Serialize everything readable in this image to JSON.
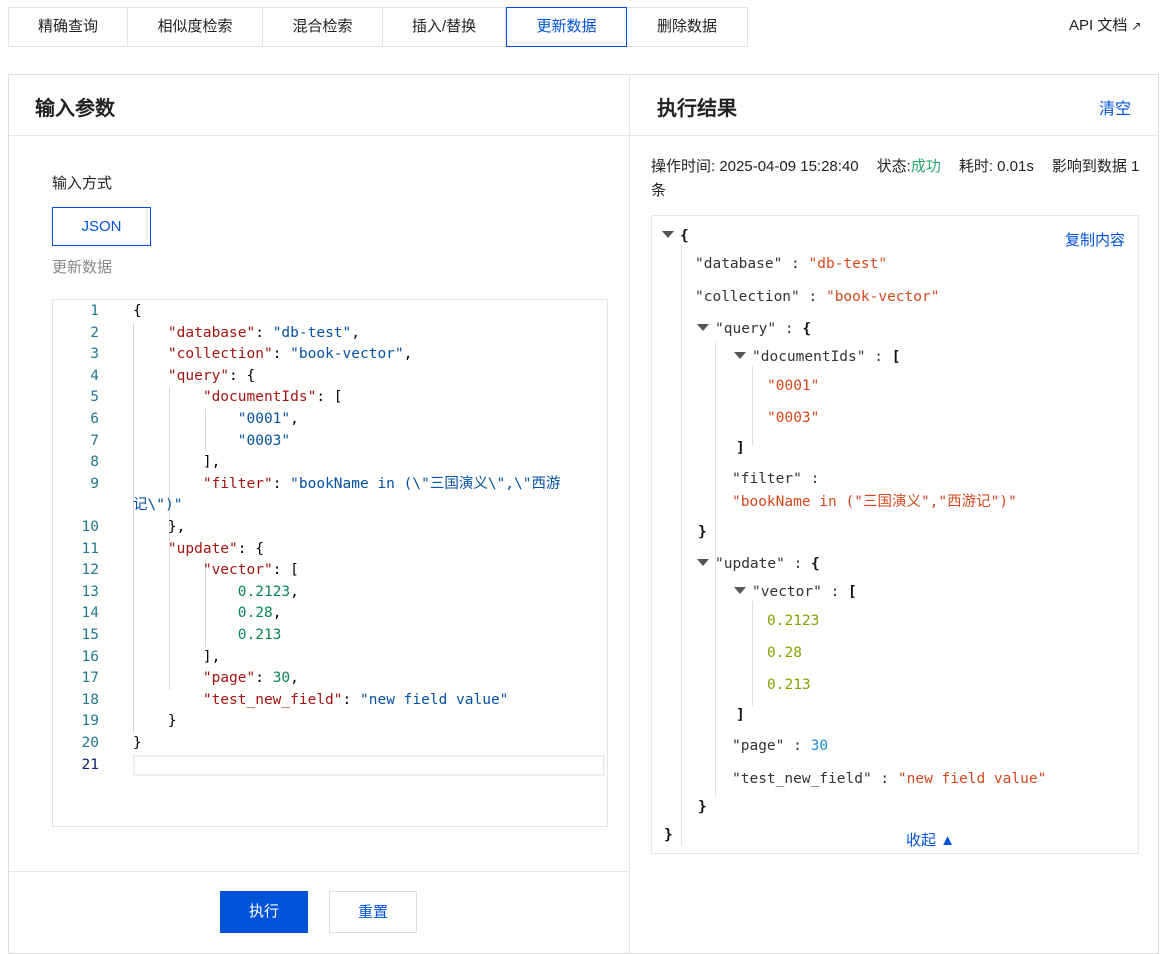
{
  "tabs": [
    "精确查询",
    "相似度检索",
    "混合检索",
    "插入/替换",
    "更新数据",
    "删除数据"
  ],
  "active_tab": 4,
  "api_doc": "API 文档",
  "left": {
    "title": "输入参数",
    "input_mode_label": "输入方式",
    "mode_button": "JSON",
    "mode_desc": "更新数据",
    "lines": [
      [
        [
          "p",
          "{"
        ]
      ],
      [
        [
          "p",
          "    "
        ],
        [
          "k",
          "\"database\""
        ],
        [
          "p",
          ": "
        ],
        [
          "s",
          "\"db-test\""
        ],
        [
          "p",
          ","
        ]
      ],
      [
        [
          "p",
          "    "
        ],
        [
          "k",
          "\"collection\""
        ],
        [
          "p",
          ": "
        ],
        [
          "s",
          "\"book-vector\""
        ],
        [
          "p",
          ","
        ]
      ],
      [
        [
          "p",
          "    "
        ],
        [
          "k",
          "\"query\""
        ],
        [
          "p",
          ": {"
        ]
      ],
      [
        [
          "p",
          "        "
        ],
        [
          "k",
          "\"documentIds\""
        ],
        [
          "p",
          ": ["
        ]
      ],
      [
        [
          "p",
          "            "
        ],
        [
          "s",
          "\"0001\""
        ],
        [
          "p",
          ","
        ]
      ],
      [
        [
          "p",
          "            "
        ],
        [
          "s",
          "\"0003\""
        ]
      ],
      [
        [
          "p",
          "        ],"
        ]
      ],
      [
        [
          "p",
          "        "
        ],
        [
          "k",
          "\"filter\""
        ],
        [
          "p",
          ": "
        ],
        [
          "s",
          "\"bookName in (\\\"三国演义\\\",\\\"西游"
        ]
      ],
      [
        [
          "s",
          "记\\\")\""
        ]
      ],
      [
        [
          "p",
          "    },"
        ]
      ],
      [
        [
          "p",
          "    "
        ],
        [
          "k",
          "\"update\""
        ],
        [
          "p",
          ": {"
        ]
      ],
      [
        [
          "p",
          "        "
        ],
        [
          "k",
          "\"vector\""
        ],
        [
          "p",
          ": ["
        ]
      ],
      [
        [
          "p",
          "            "
        ],
        [
          "n",
          "0.2123"
        ],
        [
          "p",
          ","
        ]
      ],
      [
        [
          "p",
          "            "
        ],
        [
          "n",
          "0.28"
        ],
        [
          "p",
          ","
        ]
      ],
      [
        [
          "p",
          "            "
        ],
        [
          "n",
          "0.213"
        ]
      ],
      [
        [
          "p",
          "        ],"
        ]
      ],
      [
        [
          "p",
          "        "
        ],
        [
          "k",
          "\"page\""
        ],
        [
          "p",
          ": "
        ],
        [
          "n",
          "30"
        ],
        [
          "p",
          ","
        ]
      ],
      [
        [
          "p",
          "        "
        ],
        [
          "k",
          "\"test_new_field\""
        ],
        [
          "p",
          ": "
        ],
        [
          "s",
          "\"new field value\""
        ]
      ],
      [
        [
          "p",
          "    }"
        ]
      ],
      [
        [
          "p",
          "}"
        ]
      ],
      []
    ],
    "line_numbers": [
      "1",
      "2",
      "3",
      "4",
      "5",
      "6",
      "7",
      "8",
      "9",
      "",
      "10",
      "11",
      "12",
      "13",
      "14",
      "15",
      "16",
      "17",
      "18",
      "19",
      "20",
      "21"
    ],
    "run_button": "执行",
    "reset_button": "重置"
  },
  "right": {
    "title": "执行结果",
    "clear": "清空",
    "op_time_label": "操作时间:",
    "op_time": "2025-04-09 15:28:40",
    "status_label": "状态:",
    "status": "成功",
    "cost_label": "耗时:",
    "cost": "0.01s",
    "affected": "影响到数据 1 条",
    "copy": "复制内容",
    "collapse": "收起 ▲",
    "rows": [
      {
        "tri": true,
        "parts": [
          [
            "tp",
            "{"
          ]
        ]
      },
      {
        "parts": [
          [
            "tk",
            "\"database\""
          ],
          [
            "tk",
            " : "
          ],
          [
            "ts",
            "\"db-test\""
          ]
        ]
      },
      {
        "parts": [
          [
            "tk",
            "\"collection\""
          ],
          [
            "tk",
            " : "
          ],
          [
            "ts",
            "\"book-vector\""
          ]
        ]
      },
      {
        "tri": true,
        "parts": [
          [
            "tk",
            "\"query\""
          ],
          [
            "tk",
            " : "
          ],
          [
            "tp",
            "{"
          ]
        ]
      },
      {
        "tri": true,
        "parts": [
          [
            "tk",
            "\"documentIds\""
          ],
          [
            "tk",
            " : "
          ],
          [
            "tp",
            "["
          ]
        ]
      },
      {
        "parts": [
          [
            "ts",
            "\"0001\""
          ]
        ]
      },
      {
        "parts": [
          [
            "ts",
            "\"0003\""
          ]
        ]
      },
      {
        "parts": [
          [
            "tp",
            "]"
          ]
        ]
      },
      {
        "parts": [
          [
            "tk",
            "\"filter\""
          ],
          [
            "tk",
            " :"
          ]
        ]
      },
      {
        "parts": [
          [
            "ts",
            "\"bookName in (\"三国演义\",\"西游记\")\""
          ]
        ]
      },
      {
        "parts": [
          [
            "tp",
            "}"
          ]
        ]
      },
      {
        "tri": true,
        "parts": [
          [
            "tk",
            "\"update\""
          ],
          [
            "tk",
            " : "
          ],
          [
            "tp",
            "{"
          ]
        ]
      },
      {
        "tri": true,
        "parts": [
          [
            "tk",
            "\"vector\""
          ],
          [
            "tk",
            " : "
          ],
          [
            "tp",
            "["
          ]
        ]
      },
      {
        "parts": [
          [
            "tn",
            "0.2123"
          ]
        ]
      },
      {
        "parts": [
          [
            "tn",
            "0.28"
          ]
        ]
      },
      {
        "parts": [
          [
            "tn",
            "0.213"
          ]
        ]
      },
      {
        "parts": [
          [
            "tp",
            "]"
          ]
        ]
      },
      {
        "parts": [
          [
            "tk",
            "\"page\""
          ],
          [
            "tk",
            " : "
          ],
          [
            "tb",
            "30"
          ]
        ]
      },
      {
        "parts": [
          [
            "tk",
            "\"test_new_field\""
          ],
          [
            "tk",
            " : "
          ],
          [
            "ts",
            "\"new field value\""
          ]
        ]
      },
      {
        "parts": [
          [
            "tp",
            "}"
          ]
        ]
      },
      {
        "parts": [
          [
            "tp",
            "}"
          ]
        ]
      }
    ]
  }
}
